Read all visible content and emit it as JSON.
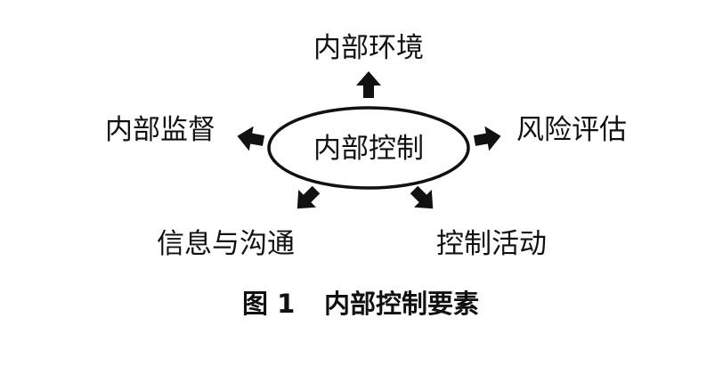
{
  "diagram": {
    "center": "内部控制",
    "nodes": {
      "top": "内部环境",
      "right": "风险评估",
      "bottom_right": "控制活动",
      "bottom_left": "信息与沟通",
      "left": "内部监督"
    },
    "caption": {
      "figure_number": "图 1",
      "title": "内部控制要素"
    }
  }
}
